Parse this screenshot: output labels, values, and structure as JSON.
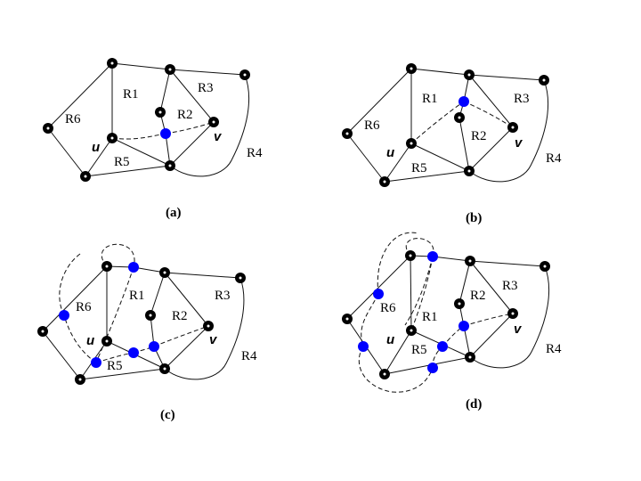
{
  "panels": {
    "a": {
      "caption": "(a)",
      "regions": [
        "R1",
        "R2",
        "R3",
        "R4",
        "R5",
        "R6"
      ],
      "vertex_u": "u",
      "vertex_v": "v"
    },
    "b": {
      "caption": "(b)",
      "regions": [
        "R1",
        "R2",
        "R3",
        "R4",
        "R5",
        "R6"
      ],
      "vertex_u": "u",
      "vertex_v": "v"
    },
    "c": {
      "caption": "(c)",
      "regions": [
        "R1",
        "R2",
        "R3",
        "R4",
        "R5",
        "R6"
      ],
      "vertex_u": "u",
      "vertex_v": "v"
    },
    "d": {
      "caption": "(d)",
      "regions": [
        "R1",
        "R2",
        "R3",
        "R4",
        "R5",
        "R6"
      ],
      "vertex_u": "u",
      "vertex_v": "v"
    }
  },
  "colors": {
    "vertex": "#000000",
    "added_vertex": "#0000ff",
    "edge": "#111111"
  }
}
